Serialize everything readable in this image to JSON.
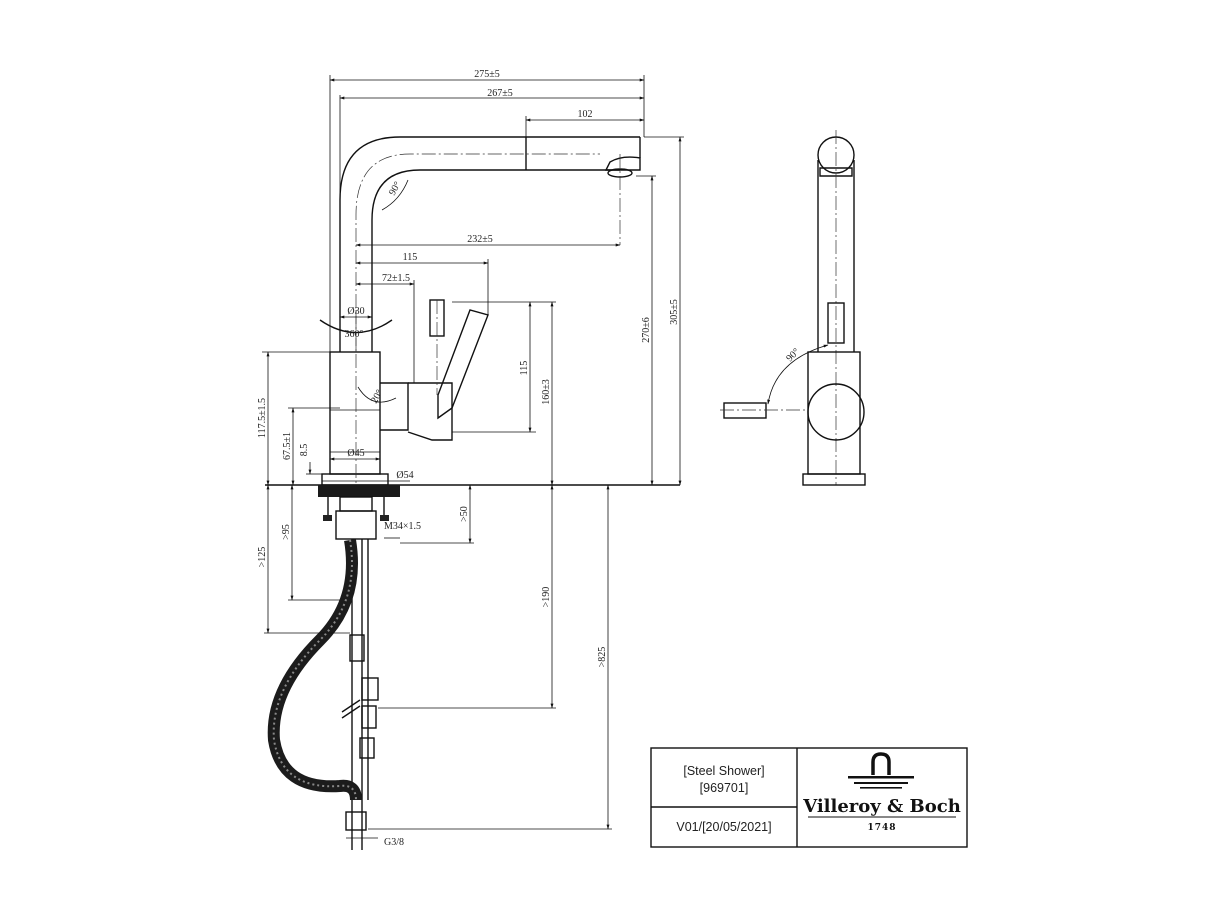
{
  "dimensions": {
    "overall_reach": "275±5",
    "spout_reach": "267±5",
    "pullout_head": "102",
    "spout_to_outlet": "232±5",
    "lever_reach": "115",
    "handle_offset": "72±1.5",
    "spout_diameter": "Ø30",
    "swivel": "360°",
    "spout_bend_angle": "90°",
    "body_height": "117.5±1.5",
    "base_height": "67.5±1",
    "rosette_height": "8.5",
    "body_diameter": "Ø45",
    "rosette_diameter": "Ø54",
    "lever_arc_height": "115",
    "lever_angle": "20°",
    "lever_top_height": "160±3",
    "outlet_height": "270±6",
    "total_height": "305±5",
    "thread": "M34×1.5",
    "min_clearance_50": ">50",
    "min_depth_95": ">95",
    "min_depth_125": ">125",
    "min_depth_190": ">190",
    "min_depth_825": ">825",
    "connection": "G3/8",
    "side_lever_angle": "90°"
  },
  "title_block": {
    "product": "[Steel Shower]",
    "article": "[969701]",
    "version": "V01/[20/05/2021]",
    "brand": "Villeroy & Boch",
    "year": "1748"
  }
}
